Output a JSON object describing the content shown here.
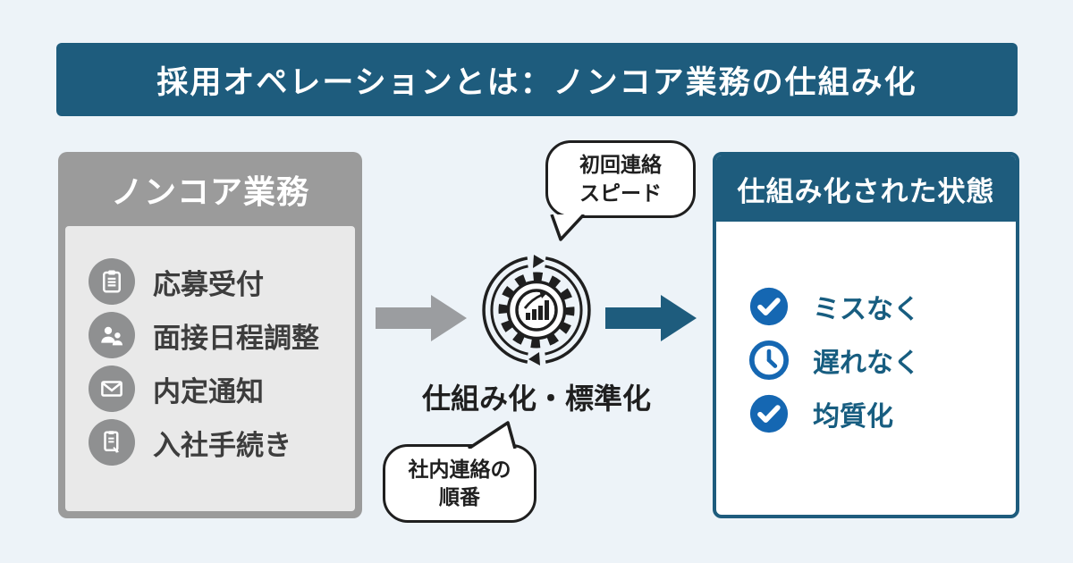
{
  "header": {
    "title": "採用オペレーションとは：ノンコア業務の仕組み化"
  },
  "left_panel": {
    "title": "ノンコア業務",
    "items": [
      {
        "icon": "clipboard-icon",
        "label": "応募受付"
      },
      {
        "icon": "people-icon",
        "label": "面接日程調整"
      },
      {
        "icon": "envelope-icon",
        "label": "内定通知"
      },
      {
        "icon": "document-sign-icon",
        "label": "入社手続き"
      }
    ]
  },
  "center": {
    "icon": "gear-cycle-icon",
    "caption": "仕組み化・標準化",
    "bubble_top": {
      "line1": "初回連絡",
      "line2": "スピード"
    },
    "bubble_bottom": {
      "line1": "社内連絡の",
      "line2": "順番"
    }
  },
  "right_panel": {
    "title": "仕組み化された状態",
    "items": [
      {
        "icon": "check-icon",
        "label": "ミスなく"
      },
      {
        "icon": "clock-icon",
        "label": "遅れなく"
      },
      {
        "icon": "check-icon",
        "label": "均質化"
      }
    ]
  },
  "colors": {
    "accent_teal": "#1e5c7d",
    "panel_gray": "#9b9b9b",
    "panel_light_gray": "#e9e9e9",
    "item_text_gray": "#3d3d3d",
    "icon_blue": "#1567b2",
    "right_text_teal": "#175d80",
    "background": "#edf3f8",
    "arrow_gray": "#9b9da0",
    "line_black": "#1f1f1f"
  }
}
